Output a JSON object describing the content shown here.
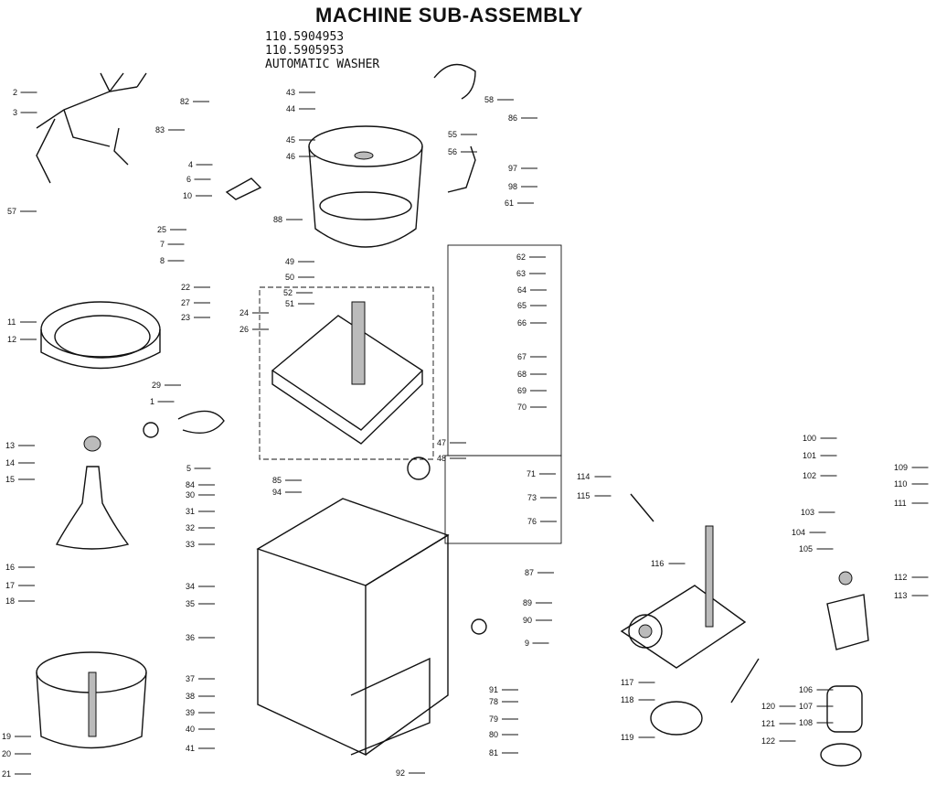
{
  "header": {
    "title": "MACHINE SUB-ASSEMBLY",
    "model_1": "110.5904953",
    "model_2": "110.5905953",
    "subtitle": "AUTOMATIC WASHER"
  },
  "parts": [
    "1",
    "2",
    "3",
    "4",
    "5",
    "6",
    "7",
    "8",
    "9",
    "10",
    "11",
    "12",
    "13",
    "14",
    "15",
    "16",
    "17",
    "18",
    "19",
    "20",
    "21",
    "22",
    "23",
    "24",
    "25",
    "26",
    "27",
    "29",
    "30",
    "31",
    "32",
    "33",
    "34",
    "35",
    "36",
    "37",
    "38",
    "39",
    "40",
    "41",
    "43",
    "44",
    "45",
    "46",
    "47",
    "48",
    "49",
    "50",
    "51",
    "52",
    "55",
    "56",
    "57",
    "58",
    "61",
    "62",
    "63",
    "64",
    "65",
    "66",
    "67",
    "68",
    "69",
    "70",
    "71",
    "73",
    "76",
    "78",
    "79",
    "80",
    "81",
    "82",
    "83",
    "84",
    "85",
    "86",
    "87",
    "88",
    "89",
    "90",
    "91",
    "92",
    "94",
    "97",
    "98",
    "100",
    "101",
    "102",
    "103",
    "104",
    "105",
    "106",
    "107",
    "108",
    "109",
    "110",
    "111",
    "112",
    "113",
    "114",
    "115",
    "116",
    "117",
    "118",
    "119",
    "120",
    "121",
    "122"
  ]
}
